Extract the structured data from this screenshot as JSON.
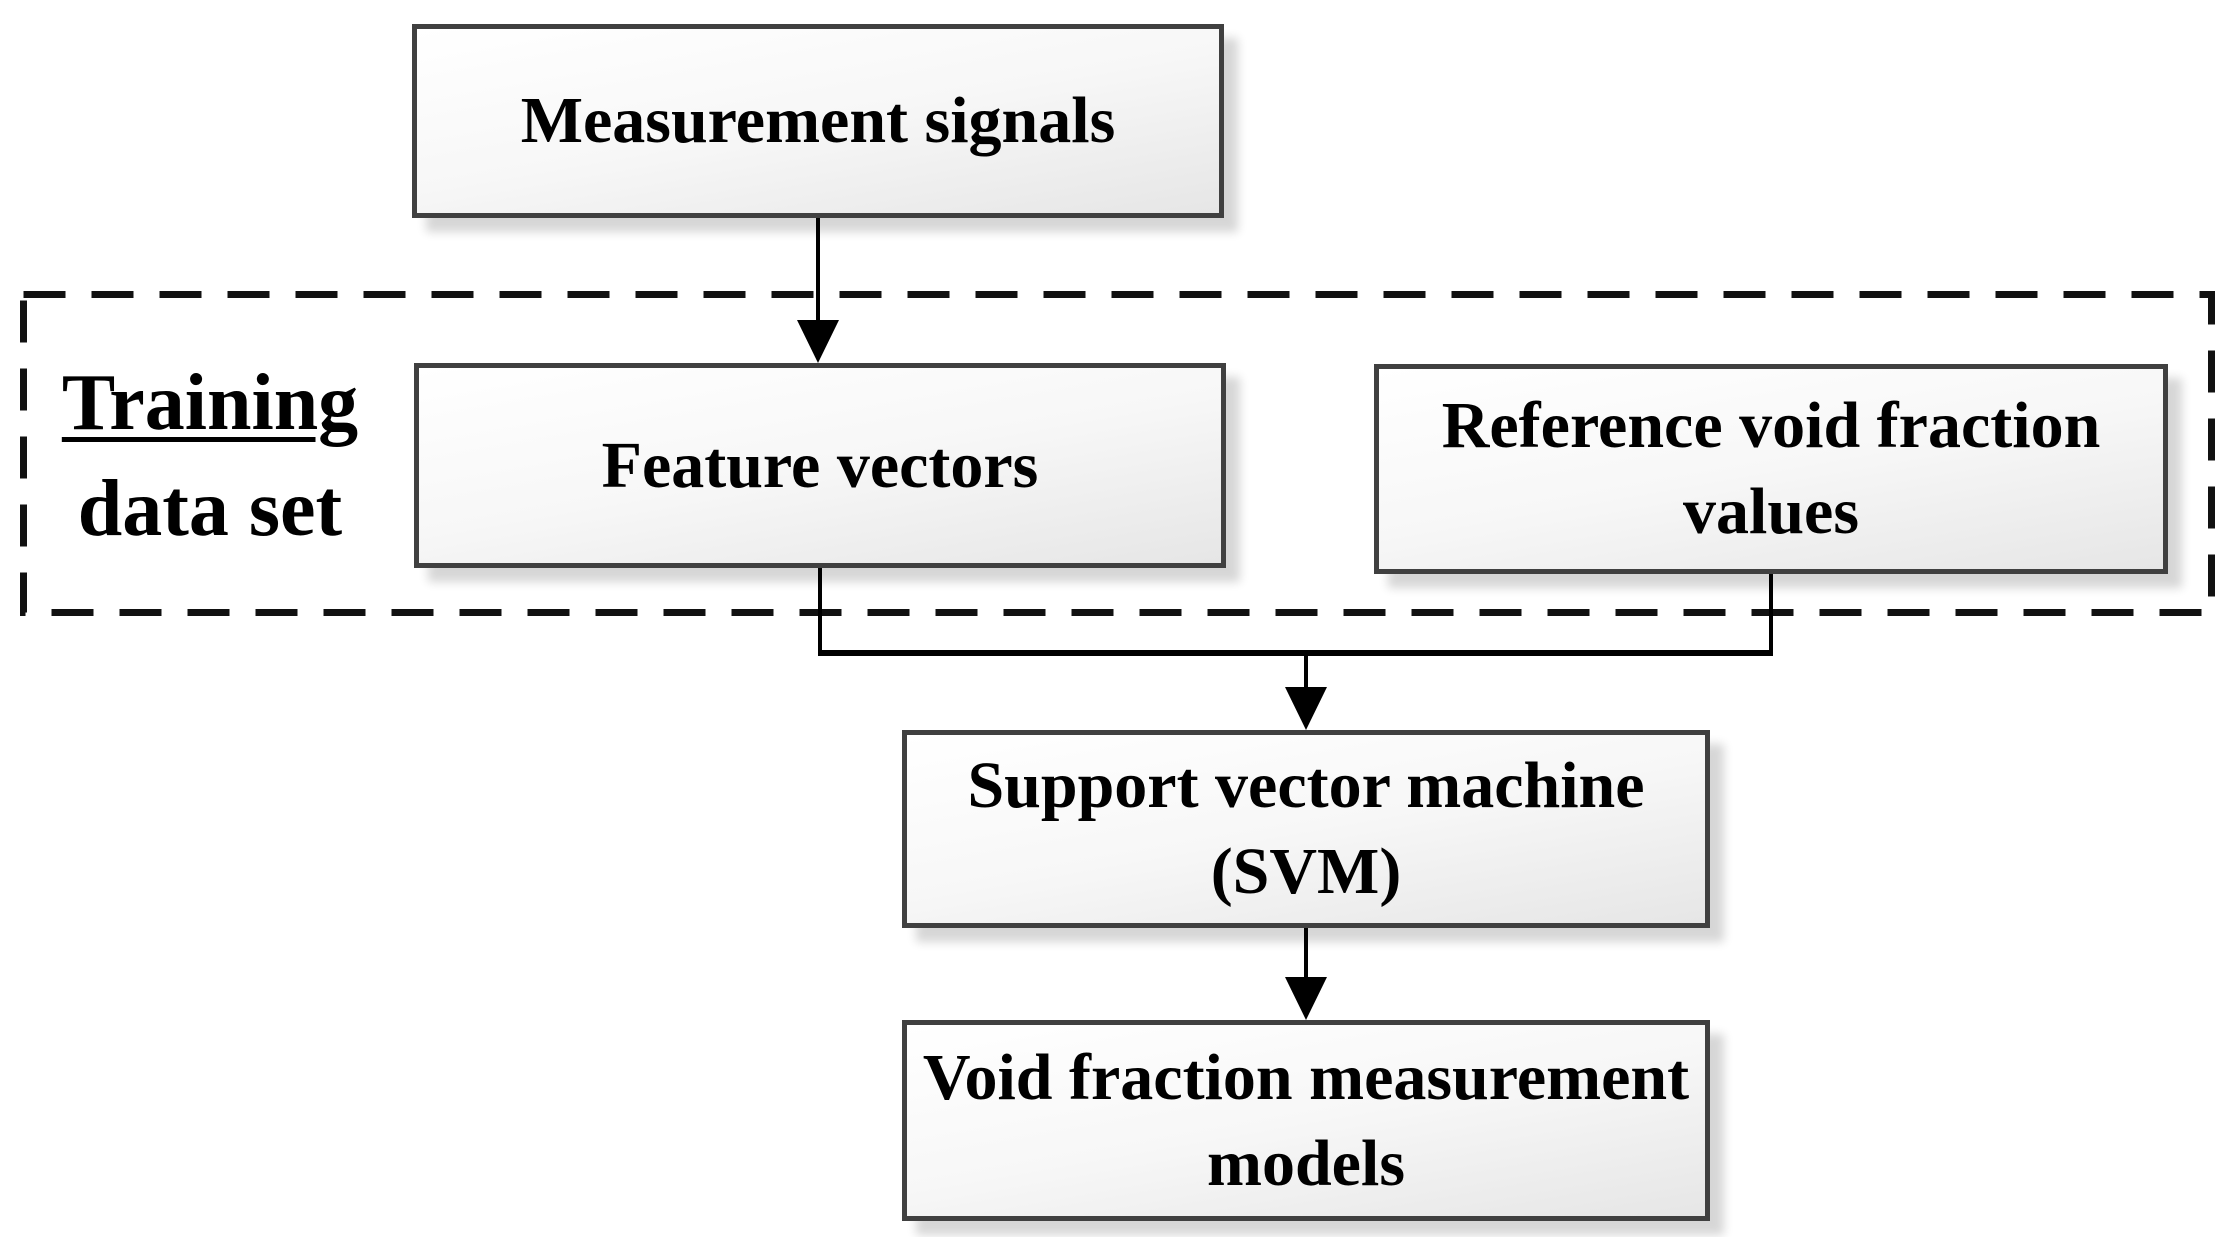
{
  "figure": {
    "type": "flowchart",
    "background": "#ffffff",
    "colors": {
      "box_border": "#404040",
      "box_fill_top": "#ffffff",
      "box_fill_bottom": "#e6e6e6",
      "connector": "#000000",
      "dashed_outline": "#111111",
      "text": "#000000"
    },
    "nodes": {
      "measurement": {
        "line1": "Measurement signals"
      },
      "feature": {
        "line1": "Feature vectors"
      },
      "reference": {
        "line1": "Reference void fraction",
        "line2": "values"
      },
      "svm": {
        "line1": "Support vector machine",
        "line2": "(SVM)"
      },
      "models": {
        "line1": "Void fraction measurement",
        "line2": "models"
      }
    },
    "group": {
      "line1": "Training",
      "line2": "data set",
      "contains": [
        "Feature vectors",
        "Reference void fraction values"
      ]
    },
    "edges": [
      {
        "from": "Measurement signals",
        "to": "Feature vectors"
      },
      {
        "from": "Feature vectors",
        "to": "Support vector machine (SVM)"
      },
      {
        "from": "Reference void fraction values",
        "to": "Support vector machine (SVM)"
      },
      {
        "from": "Support vector machine (SVM)",
        "to": "Void fraction measurement models"
      }
    ]
  }
}
